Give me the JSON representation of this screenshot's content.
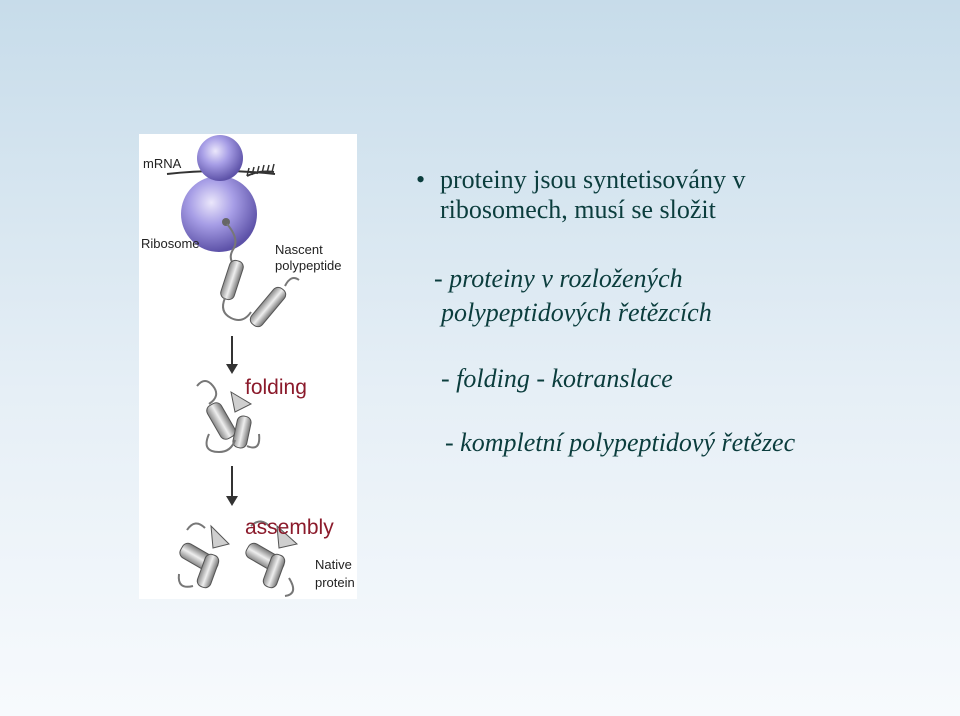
{
  "figure": {
    "labels": {
      "mrna": "mRNA",
      "ribosome": "Ribosome",
      "nascent": "Nascent",
      "polypeptide": "polypeptide",
      "native": "Native",
      "protein": "protein"
    },
    "steps": {
      "folding": "folding",
      "assembly": "assembly"
    }
  },
  "text": {
    "bullet_glyph": "•",
    "bullet_line1": "proteiny jsou syntetisovány v",
    "bullet_line2": "ribosomech, musí se složit",
    "sub1_line1": "- proteiny v rozložených",
    "sub1_line2": "polypeptidových řetězcích",
    "sub2": "- folding  - kotranslace",
    "sub3": "- kompletní polypeptidový řetězec"
  },
  "colors": {
    "text": "#0b3d3d",
    "step_label": "#8b1a2b",
    "ribosome": "#8a7fd6",
    "background_top": "#c7dcea"
  }
}
